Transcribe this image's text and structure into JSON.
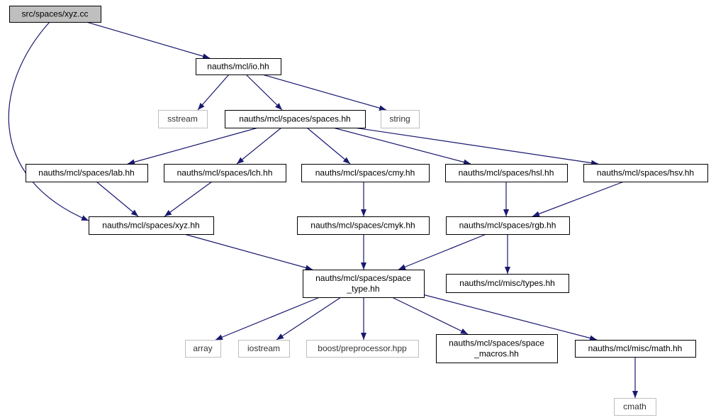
{
  "diagram": {
    "colors": {
      "edge": "#191970",
      "local_border": "#000000",
      "system_border": "#bfbfbf",
      "root_fill": "#bfbfbf",
      "node_fill": "#ffffff"
    },
    "nodes": [
      {
        "id": "xyz_cc",
        "lines": [
          "src/spaces/xyz.cc"
        ],
        "kind": "root"
      },
      {
        "id": "io_hh",
        "lines": [
          "nauths/mcl/io.hh"
        ],
        "kind": "local"
      },
      {
        "id": "sstream",
        "lines": [
          "sstream"
        ],
        "kind": "system"
      },
      {
        "id": "spaces_hh",
        "lines": [
          "nauths/mcl/spaces/spaces.hh"
        ],
        "kind": "local"
      },
      {
        "id": "string",
        "lines": [
          "string"
        ],
        "kind": "system"
      },
      {
        "id": "lab_hh",
        "lines": [
          "nauths/mcl/spaces/lab.hh"
        ],
        "kind": "local"
      },
      {
        "id": "lch_hh",
        "lines": [
          "nauths/mcl/spaces/lch.hh"
        ],
        "kind": "local"
      },
      {
        "id": "cmy_hh",
        "lines": [
          "nauths/mcl/spaces/cmy.hh"
        ],
        "kind": "local"
      },
      {
        "id": "hsl_hh",
        "lines": [
          "nauths/mcl/spaces/hsl.hh"
        ],
        "kind": "local"
      },
      {
        "id": "hsv_hh",
        "lines": [
          "nauths/mcl/spaces/hsv.hh"
        ],
        "kind": "local"
      },
      {
        "id": "xyz_hh",
        "lines": [
          "nauths/mcl/spaces/xyz.hh"
        ],
        "kind": "local"
      },
      {
        "id": "cmyk_hh",
        "lines": [
          "nauths/mcl/spaces/cmyk.hh"
        ],
        "kind": "local"
      },
      {
        "id": "rgb_hh",
        "lines": [
          "nauths/mcl/spaces/rgb.hh"
        ],
        "kind": "local"
      },
      {
        "id": "space_type_hh",
        "lines": [
          "nauths/mcl/spaces/space",
          "_type.hh"
        ],
        "kind": "local"
      },
      {
        "id": "types_hh",
        "lines": [
          "nauths/mcl/misc/types.hh"
        ],
        "kind": "local"
      },
      {
        "id": "array",
        "lines": [
          "array"
        ],
        "kind": "system"
      },
      {
        "id": "iostream",
        "lines": [
          "iostream"
        ],
        "kind": "system"
      },
      {
        "id": "boost_pp",
        "lines": [
          "boost/preprocessor.hpp"
        ],
        "kind": "system"
      },
      {
        "id": "space_macros_hh",
        "lines": [
          "nauths/mcl/spaces/space",
          "_macros.hh"
        ],
        "kind": "local"
      },
      {
        "id": "math_hh",
        "lines": [
          "nauths/mcl/misc/math.hh"
        ],
        "kind": "local"
      },
      {
        "id": "cmath",
        "lines": [
          "cmath"
        ],
        "kind": "system"
      }
    ],
    "edges": [
      {
        "from": "xyz_cc",
        "to": "io_hh"
      },
      {
        "from": "xyz_cc",
        "to": "xyz_hh"
      },
      {
        "from": "io_hh",
        "to": "sstream"
      },
      {
        "from": "io_hh",
        "to": "spaces_hh"
      },
      {
        "from": "io_hh",
        "to": "string"
      },
      {
        "from": "spaces_hh",
        "to": "lab_hh"
      },
      {
        "from": "spaces_hh",
        "to": "lch_hh"
      },
      {
        "from": "spaces_hh",
        "to": "cmy_hh"
      },
      {
        "from": "spaces_hh",
        "to": "hsl_hh"
      },
      {
        "from": "spaces_hh",
        "to": "hsv_hh"
      },
      {
        "from": "lab_hh",
        "to": "xyz_hh"
      },
      {
        "from": "lch_hh",
        "to": "xyz_hh"
      },
      {
        "from": "cmy_hh",
        "to": "cmyk_hh"
      },
      {
        "from": "hsl_hh",
        "to": "rgb_hh"
      },
      {
        "from": "hsv_hh",
        "to": "rgb_hh"
      },
      {
        "from": "xyz_hh",
        "to": "space_type_hh"
      },
      {
        "from": "cmyk_hh",
        "to": "space_type_hh"
      },
      {
        "from": "rgb_hh",
        "to": "space_type_hh"
      },
      {
        "from": "rgb_hh",
        "to": "types_hh"
      },
      {
        "from": "space_type_hh",
        "to": "array"
      },
      {
        "from": "space_type_hh",
        "to": "iostream"
      },
      {
        "from": "space_type_hh",
        "to": "boost_pp"
      },
      {
        "from": "space_type_hh",
        "to": "space_macros_hh"
      },
      {
        "from": "space_type_hh",
        "to": "math_hh"
      },
      {
        "from": "math_hh",
        "to": "cmath"
      }
    ]
  }
}
